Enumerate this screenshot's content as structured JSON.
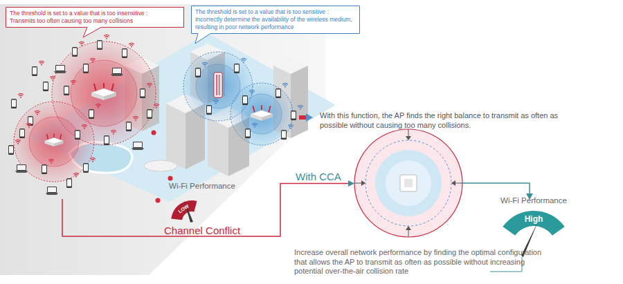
{
  "diagram": {
    "nodes": [
      {
        "text": [
          "The threshold is set to a value that is too insensitive :",
          "Transmits too often causing too many collisions"
        ]
      },
      {
        "text": [
          "The threshold is set to a value that is too sensitive :",
          "Incorrectly determine the availability of the wireless medium, resulting in poor network performance"
        ]
      },
      {
        "text": [
          "Wi-Fi Performance",
          "LOW"
        ]
      },
      {
        "text": [
          "Wi-Fi Performance",
          "High"
        ]
      }
    ],
    "labels": [
      "With this function, the AP finds the right balance to transmit as often as possible without causing too many collisions.",
      "Channel Conflict",
      "With CCA",
      "Increase overall network performance by finding the optimal configuration that allows the AP to transmit as often as possible without increasing potential over-the-air collision rate"
    ]
  }
}
